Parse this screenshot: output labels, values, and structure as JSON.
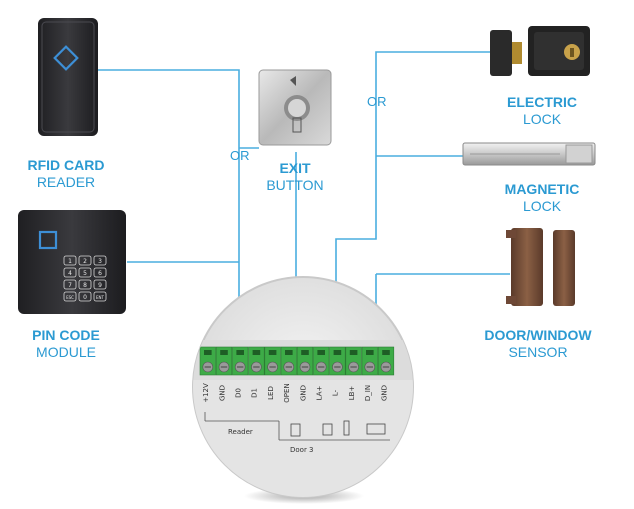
{
  "labels": {
    "rfid": {
      "line1": "RFID CARD",
      "line2": "READER"
    },
    "pin": {
      "line1": "PIN CODE",
      "line2": "MODULE"
    },
    "exit": {
      "line1": "EXIT",
      "line2": "BUTTON"
    },
    "electric": {
      "line1": "ELECTRIC",
      "line2": "LOCK"
    },
    "magnetic": {
      "line1": "MAGNETIC",
      "line2": "LOCK"
    },
    "sensor": {
      "line1": "DOOR/WINDOW",
      "line2": "SENSOR"
    }
  },
  "or_left": "OR",
  "or_right": "OR",
  "terminals": [
    "+12V",
    "GND",
    "D0",
    "D1",
    "LED",
    "OPEN",
    "GND",
    "LA+",
    "L-",
    "LB+",
    "D_IN",
    "GND"
  ],
  "group_reader": "Reader",
  "group_door": "Door 3",
  "keypad_keys": [
    "1",
    "2",
    "3",
    "4",
    "5",
    "6",
    "7",
    "8",
    "9",
    "ESC",
    "0",
    "ENT"
  ],
  "colors": {
    "accent": "#2b9ad2",
    "wire": "#4aaedf",
    "terminal_green": "#3dab47"
  },
  "icons": [
    "rfid-reader-icon",
    "pin-code-module-icon",
    "exit-button-icon",
    "electric-lock-icon",
    "magnetic-lock-icon",
    "door-window-sensor-icon",
    "controller-board-icon"
  ]
}
